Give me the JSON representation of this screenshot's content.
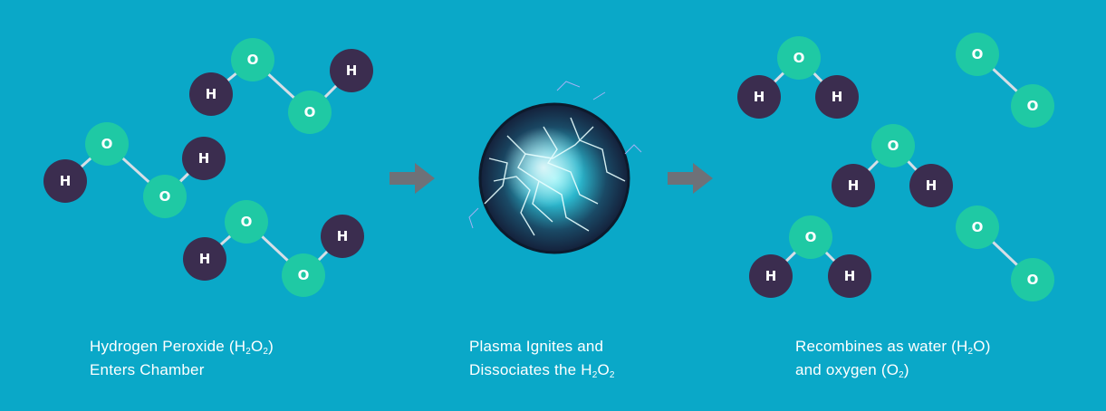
{
  "colors": {
    "background": "#0aa8c8",
    "oxygen": "#1fc9a4",
    "hydrogen": "#3b2d4f",
    "bond": "#d6dee6",
    "arrow": "#6e7178",
    "text": "#ffffff"
  },
  "atoms": {
    "oxygen_label": "O",
    "hydrogen_label": "H"
  },
  "steps": [
    {
      "caption_line1_a": "Hydrogen Peroxide (H",
      "caption_sub1": "2",
      "caption_mid": "O",
      "caption_sub2": "2",
      "caption_line1_b": ")",
      "caption_line2": "Enters Chamber"
    },
    {
      "caption_line1": "Plasma Ignites and",
      "caption_line2_a": "Dissociates the H",
      "caption_sub1": "2",
      "caption_mid": "O",
      "caption_sub2": "2"
    },
    {
      "caption_line1_a": "Recombines as water (H",
      "caption_sub1": "2",
      "caption_line1_b": "O)",
      "caption_line2_a": "and oxygen (O",
      "caption_sub2": "2",
      "caption_line2_b": ")"
    }
  ],
  "icons": {
    "arrow": "right-arrow-icon",
    "plasma": "plasma-sphere-icon"
  }
}
